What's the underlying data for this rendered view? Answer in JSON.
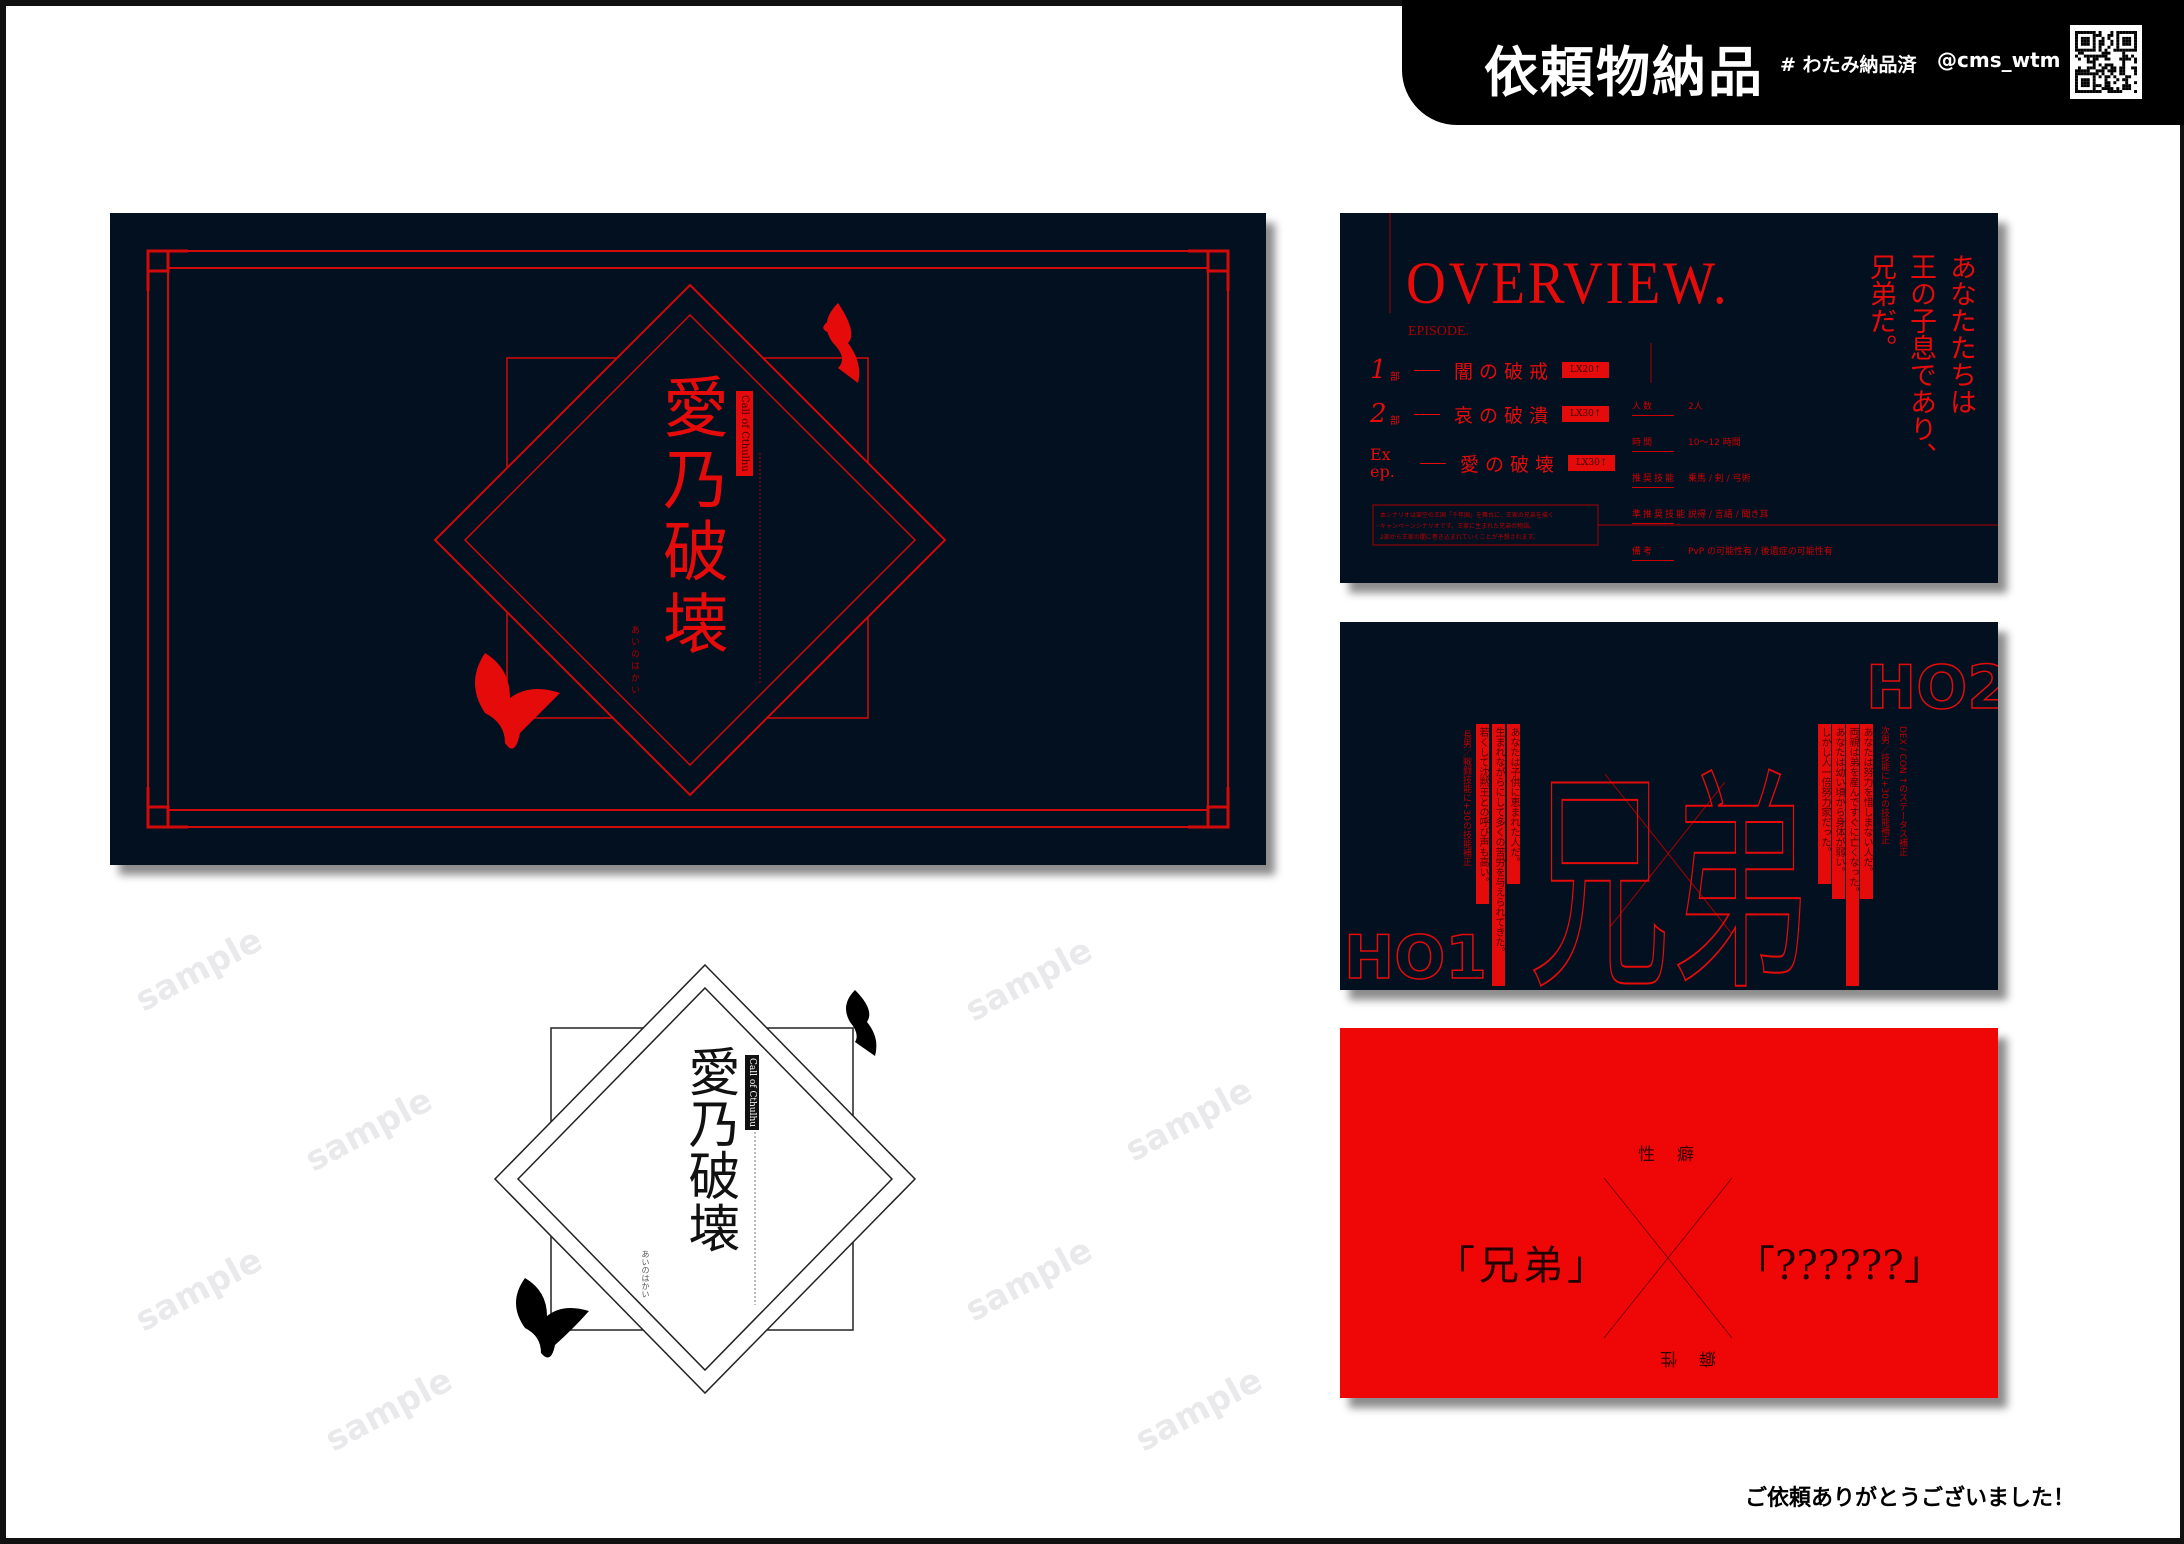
{
  "header": {
    "title": "依頼物納品",
    "hashtag": "# わたみ納品済",
    "handle": "@cms_wtm",
    "qr_icon": "qr-code-icon"
  },
  "watermark": "sample",
  "colors": {
    "navy": "#03101f",
    "red": "#e50b0b",
    "black": "#000000"
  },
  "logo": {
    "title_chars": [
      "愛",
      "乃",
      "破",
      "壊"
    ],
    "label": "Call of Cthulhu",
    "furigana": "あいのはかい"
  },
  "overview": {
    "title": "OVERVIEW.",
    "episode_label": "EPISODE.",
    "episodes": [
      {
        "num": "1",
        "unit": "部",
        "title": "闇の破戒",
        "badge": "LX20↑"
      },
      {
        "num": "2",
        "unit": "部",
        "title": "哀の破潰",
        "badge": "LX30↑"
      },
      {
        "num": "Ex ep.",
        "unit": "",
        "title": "愛の破壊",
        "badge": "LX30↑"
      }
    ],
    "info": [
      {
        "label": "人数",
        "value": "2人"
      },
      {
        "label": "時間",
        "value": "10〜12 時間"
      },
      {
        "label": "推奨技能",
        "value": "乗馬 / 剣 / 弓術"
      },
      {
        "label": "準推奨技能",
        "value": "説得 / 言語 / 聞き耳"
      },
      {
        "label": "備考",
        "value": "PvP の可能性有 / 後遺症の可能性有"
      }
    ],
    "note": [
      "本シナリオは架空の王国「千年国」を舞台に、王家の兄弟を描く",
      "キャンペーンシナリオです。王家に生まれた兄弟の物語。",
      "2部から王家の闇に巻き込まれていくことが予想されます。"
    ],
    "tagline": [
      "あなたたちは",
      "王の子息であり、",
      "兄弟だ。"
    ]
  },
  "brothers": {
    "big_text": "兄弟",
    "ho_labels": [
      "HO1",
      "HO2"
    ],
    "left_strips": [
      "あなたは子供に恵まれた人だ。",
      "生まれながらにして多くの苦労を与えられてきた。",
      "若くして沈黙王との呼び声も高い。"
    ],
    "left_note": "長男／戦闘技能に+30の技能補正",
    "right_strips": [
      "しかし人一倍努力家だった。",
      "あなたは幼い頃から身体が弱い。",
      "両親は弟を産んですぐに亡くなった。",
      "あなたは努力を惜しまない人だ。"
    ],
    "right_note": "次男／技能に+30の技能補正",
    "right_note2": "DEX / CON ↑のステータス補正"
  },
  "relation": {
    "top": [
      "性",
      "癖"
    ],
    "bottom": [
      "癖",
      "性"
    ],
    "left": "「兄弟」",
    "right": "「??????」"
  },
  "footer": "ご依頼ありがとうございました！"
}
